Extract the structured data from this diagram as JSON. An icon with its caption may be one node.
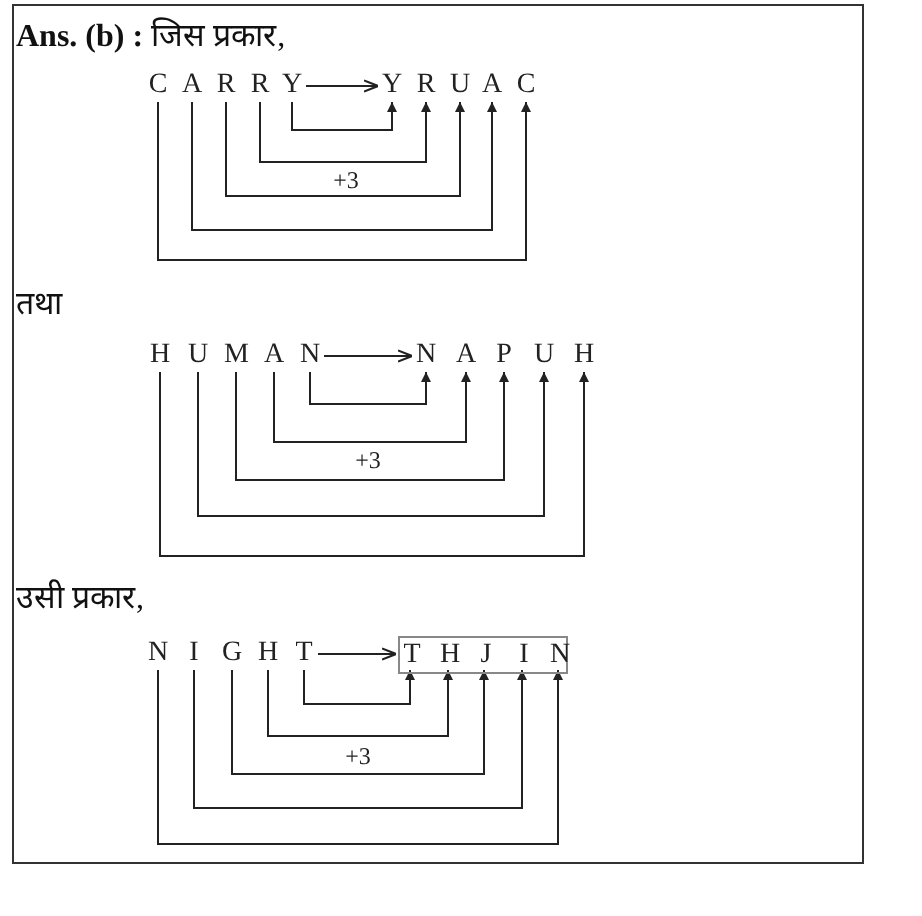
{
  "diagram": {
    "nodes": [
      {
        "text": [
          "C"
        ]
      },
      {
        "text": [
          "A"
        ]
      },
      {
        "text": [
          "R"
        ]
      },
      {
        "text": [
          "R"
        ]
      },
      {
        "text": [
          "Y"
        ]
      },
      {
        "text": [
          "Y"
        ]
      },
      {
        "text": [
          "R"
        ]
      },
      {
        "text": [
          "U"
        ]
      },
      {
        "text": [
          "A"
        ]
      },
      {
        "text": [
          "C"
        ]
      },
      {
        "text": [
          "H"
        ]
      },
      {
        "text": [
          "U"
        ]
      },
      {
        "text": [
          "M"
        ]
      },
      {
        "text": [
          "A"
        ]
      },
      {
        "text": [
          "N"
        ]
      },
      {
        "text": [
          "N"
        ]
      },
      {
        "text": [
          "A"
        ]
      },
      {
        "text": [
          "P"
        ]
      },
      {
        "text": [
          "U"
        ]
      },
      {
        "text": [
          "H"
        ]
      },
      {
        "text": [
          "N"
        ]
      },
      {
        "text": [
          "I"
        ]
      },
      {
        "text": [
          "G"
        ]
      },
      {
        "text": [
          "H"
        ]
      },
      {
        "text": [
          "T"
        ]
      },
      {
        "text": [],
        "shape": "box"
      },
      {
        "text": [
          "T"
        ],
        "in": 25
      },
      {
        "text": [
          "H"
        ],
        "in": 25
      },
      {
        "text": [
          "J"
        ],
        "in": 25
      },
      {
        "text": [
          "I"
        ],
        "in": 25
      },
      {
        "text": [
          "N"
        ],
        "in": 25
      }
    ],
    "edges": [
      {
        "from": 4,
        "to": 5,
        "arrow": "to"
      },
      {
        "from": 4,
        "to": 5,
        "arrow": "to"
      },
      {
        "from": 3,
        "to": 6,
        "arrow": "to"
      },
      {
        "from": 2,
        "to": 7,
        "arrow": "to",
        "label": "+3"
      },
      {
        "from": 1,
        "to": 8,
        "arrow": "to"
      },
      {
        "from": 0,
        "to": 9,
        "arrow": "to"
      },
      {
        "from": 14,
        "to": 15,
        "arrow": "to"
      },
      {
        "from": 14,
        "to": 15,
        "arrow": "to"
      },
      {
        "from": 13,
        "to": 16,
        "arrow": "to"
      },
      {
        "from": 12,
        "to": 17,
        "arrow": "to",
        "label": "+3"
      },
      {
        "from": 11,
        "to": 18,
        "arrow": "to"
      },
      {
        "from": 10,
        "to": 19,
        "arrow": "to"
      },
      {
        "from": 24,
        "to": 26,
        "arrow": "to"
      },
      {
        "from": 24,
        "to": 26,
        "arrow": "to"
      },
      {
        "from": 23,
        "to": 27,
        "arrow": "to"
      },
      {
        "from": 22,
        "to": 28,
        "arrow": "to",
        "label": "+3"
      },
      {
        "from": 21,
        "to": 29,
        "arrow": "to"
      },
      {
        "from": 20,
        "to": 30,
        "arrow": "to"
      }
    ],
    "labels": [
      "**Ans. (b) :** जिस प्रकार,",
      "तथा",
      "उसी प्रकार,"
    ]
  }
}
